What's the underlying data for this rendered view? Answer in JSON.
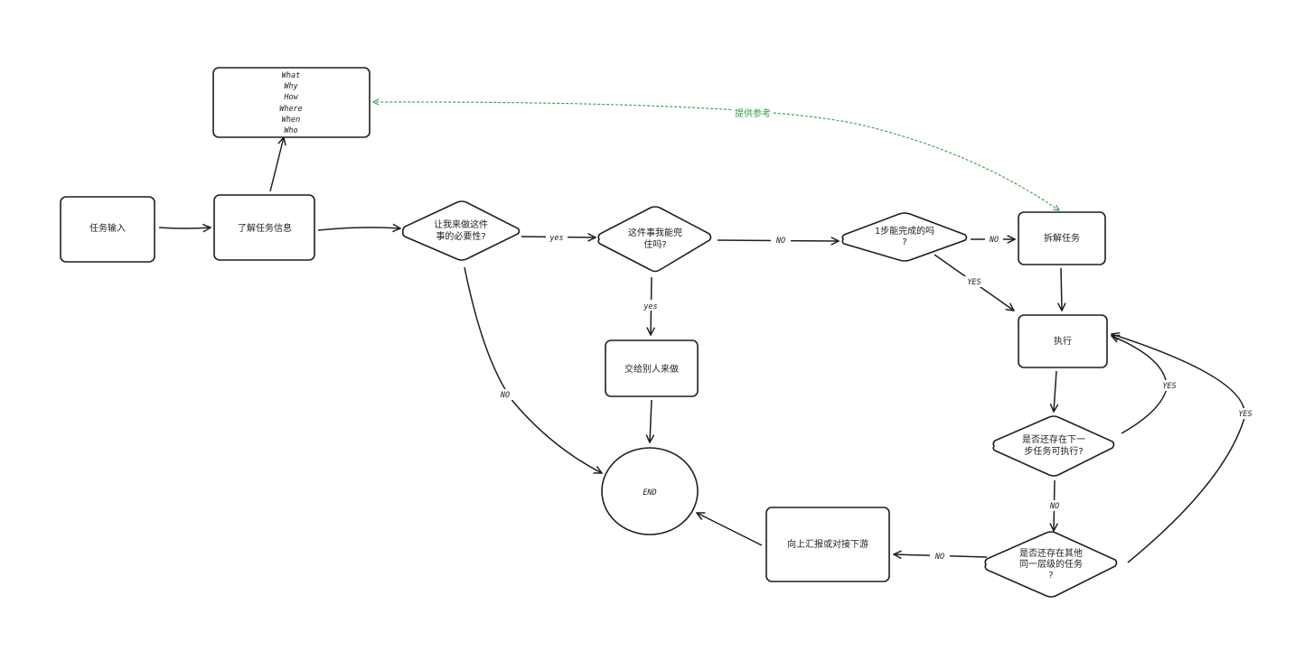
{
  "nodes": {
    "task_input": "任务输入",
    "understand": "了解任务信息",
    "info_lines": [
      "What",
      "Why",
      "How",
      "Where",
      "When",
      "Who"
    ],
    "necessity": [
      "让我来做这件",
      "事的必要性?"
    ],
    "capable": [
      "这件事我能兜",
      "住吗?"
    ],
    "delegate": "交给别人来做",
    "one_step": [
      "1步能完成的吗",
      "?"
    ],
    "decompose": "拆解任务",
    "execute": "执行",
    "next_step": [
      "是否还存在下一",
      "步任务可执行?"
    ],
    "same_level": [
      "是否还存在其他",
      "同一层级的任务",
      "?"
    ],
    "report": "向上汇报或对接下游",
    "end": "END"
  },
  "edge_labels": {
    "necessity_yes": "yes",
    "necessity_no": "NO",
    "capable_yes": "yes",
    "capable_no": "NO",
    "one_step_no": "NO",
    "one_step_yes": "YES",
    "next_yes": "YES",
    "next_no": "NO",
    "same_level_yes": "YES",
    "same_level_no": "NO",
    "reference": "提供参考"
  }
}
